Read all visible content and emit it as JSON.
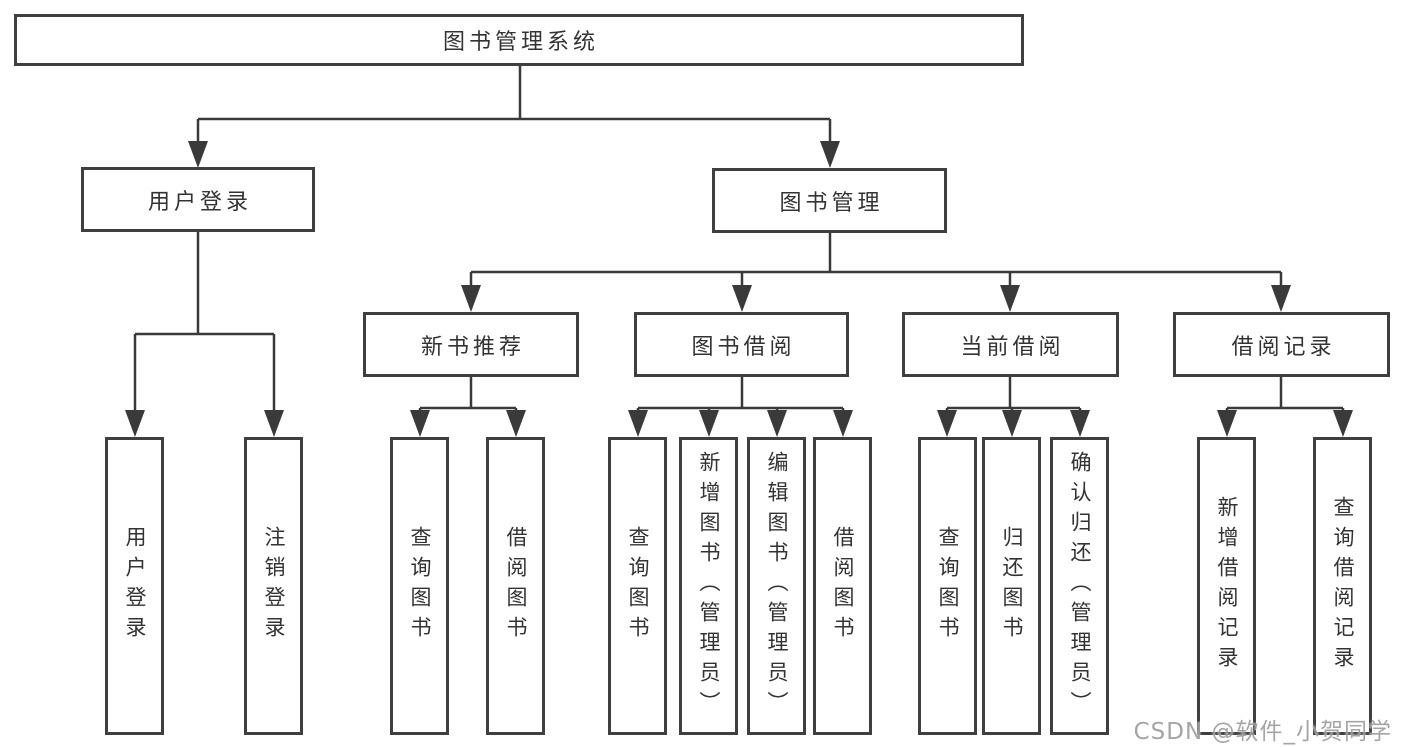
{
  "diagram": {
    "root": {
      "label": "图书管理系统"
    },
    "branches": [
      {
        "label": "用户登录",
        "children": [
          {
            "label": "用户登录"
          },
          {
            "label": "注销登录"
          }
        ]
      },
      {
        "label": "图书管理",
        "children": [
          {
            "label": "新书推荐",
            "children": [
              {
                "label": "查询图书"
              },
              {
                "label": "借阅图书"
              }
            ]
          },
          {
            "label": "图书借阅",
            "children": [
              {
                "label": "查询图书"
              },
              {
                "label": "新增图书（管理员）"
              },
              {
                "label": "编辑图书（管理员）"
              },
              {
                "label": "借阅图书"
              }
            ]
          },
          {
            "label": "当前借阅",
            "children": [
              {
                "label": "查询图书"
              },
              {
                "label": "归还图书"
              },
              {
                "label": "确认归还（管理员）"
              }
            ]
          },
          {
            "label": "借阅记录",
            "children": [
              {
                "label": "新增借阅记录"
              },
              {
                "label": "查询借阅记录"
              }
            ]
          }
        ]
      }
    ]
  },
  "watermark": {
    "text": "CSDN @软件_小贺同学"
  },
  "colors": {
    "line": "#3a3a3a",
    "box_border": "#3f3f3f",
    "text": "#333333",
    "background": "#ffffff",
    "watermark": "#9e9e9e"
  }
}
